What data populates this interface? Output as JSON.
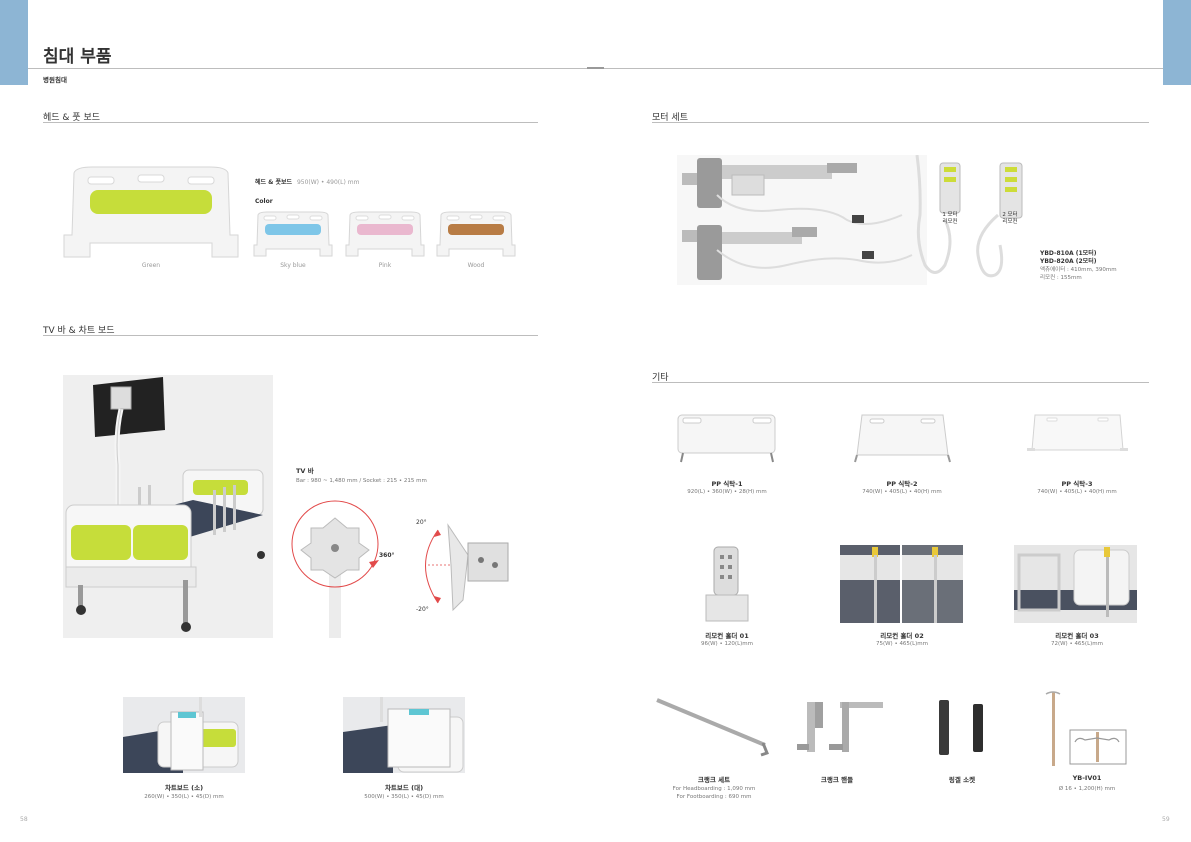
{
  "header": {
    "title": "침대 부품",
    "subtitle": "병원침대"
  },
  "colors": {
    "tab": "#8db5d4",
    "green": "#c6dd3a",
    "sky_blue": "#7ec6e8",
    "pink": "#eab8cf",
    "wood": "#b87c45",
    "red_arrow": "#e24a4a"
  },
  "head_foot": {
    "title": "헤드 & 풋 보드",
    "spec_label": "헤드 & 풋보드",
    "spec_value": "950(W) • 490(L) mm",
    "color_label": "Color",
    "swatches": [
      "Green",
      "Sky blue",
      "Pink",
      "Wood"
    ]
  },
  "motor": {
    "title": "모터 세트",
    "remote1": [
      "1 모터",
      "리모컨"
    ],
    "remote2": [
      "2 모터",
      "리모컨"
    ],
    "model1": "YBD-810A (1모터)",
    "model2": "YBD-820A (2모터)",
    "spec1": "액츄에이터 : 410mm, 390mm",
    "spec2": "리모컨 : 155mm"
  },
  "tv": {
    "title": "TV 바 & 차트 보드",
    "bar_label": "TV 바",
    "bar_spec": "Bar : 980 ~ 1,480 mm / Socket : 215 • 215 mm",
    "rotation": "360°",
    "tilt_up": "20°",
    "tilt_down": "-20°",
    "chart_small_name": "차트보드 (소)",
    "chart_small_spec": "260(W) • 350(L) • 45(D) mm",
    "chart_large_name": "차트보드 (대)",
    "chart_large_spec": "500(W) • 350(L) • 45(D) mm"
  },
  "etc": {
    "title": "기타",
    "items": [
      {
        "name": "PP 식탁-1",
        "spec": "920(L) • 360(W) • 28(H) mm"
      },
      {
        "name": "PP 식탁-2",
        "spec": "740(W) • 405(L) • 40(H) mm"
      },
      {
        "name": "PP 식탁-3",
        "spec": "740(W) • 405(L) • 40(H) mm"
      },
      {
        "name": "리모컨 홀더 01",
        "spec": "96(W) • 120(L)mm"
      },
      {
        "name": "리모컨 홀더 02",
        "spec": "75(W) • 465(L)mm"
      },
      {
        "name": "리모컨 홀더 03",
        "spec": "72(W) • 465(L)mm"
      },
      {
        "name": "크랭크 세트",
        "spec": "For Headboarding : 1,090 mm",
        "spec2": "For Footboarding : 690 mm"
      },
      {
        "name": "크랭크 핸들",
        "spec": ""
      },
      {
        "name": "링겔 소켓",
        "spec": ""
      },
      {
        "name": "YB-IV01",
        "spec": "Ø 16 • 1,200(H) mm"
      }
    ]
  },
  "page_numbers": {
    "left": "58",
    "right": "59"
  }
}
